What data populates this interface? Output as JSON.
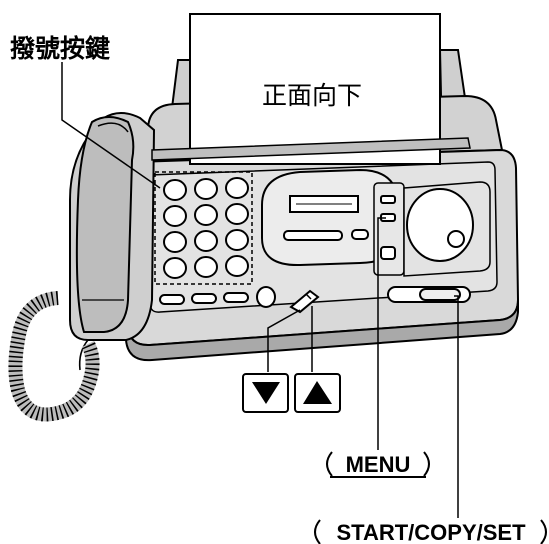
{
  "labels": {
    "dial_keys": "撥號按鍵",
    "face_down": "正面向下",
    "menu": "MENU",
    "start_copy_set": "START/COPY/SET"
  },
  "icons": {
    "down": "down-triangle-icon",
    "up": "up-triangle-icon"
  },
  "colors": {
    "line": "#000000",
    "paper": "#ffffff",
    "body": "#d7d7d7",
    "body_dark": "#b8b8b8"
  }
}
